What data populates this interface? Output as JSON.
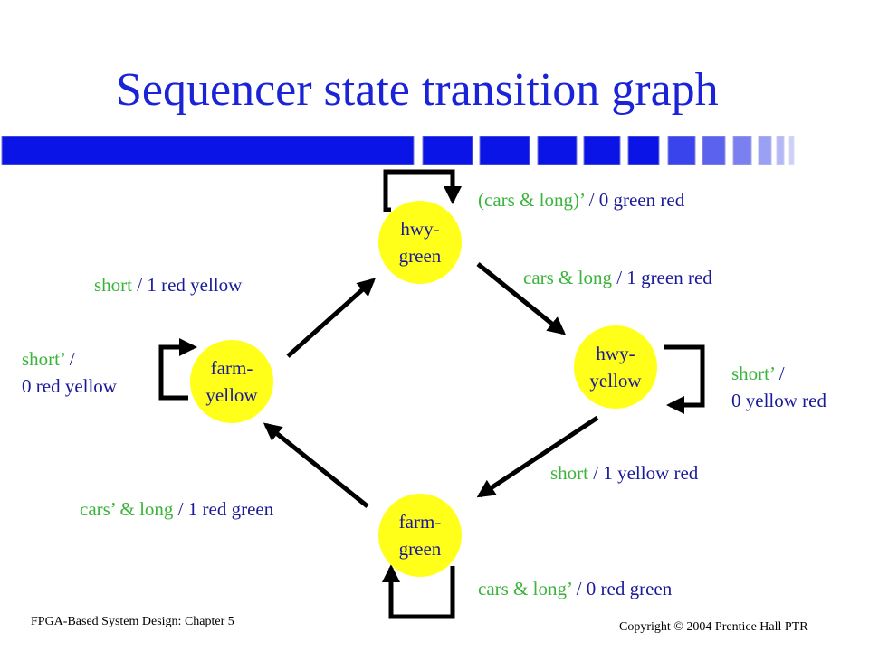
{
  "slide": {
    "title": "Sequencer state transition graph"
  },
  "states": {
    "hwy_green": {
      "line1": "hwy-",
      "line2": "green"
    },
    "hwy_yellow": {
      "line1": "hwy-",
      "line2": "yellow"
    },
    "farm_green": {
      "line1": "farm-",
      "line2": "green"
    },
    "farm_yellow": {
      "line1": "farm-",
      "line2": "yellow"
    }
  },
  "transitions": {
    "hg_self": {
      "cond": "(cars & long)’",
      "out": "/ 0 green red"
    },
    "hg_to_hy": {
      "cond": "cars & long",
      "out": "/ 1 green red"
    },
    "hy_self": {
      "cond": "short’",
      "out": "/",
      "out2": "0 yellow red"
    },
    "hy_to_fg": {
      "cond": "short",
      "out": "/ 1 yellow red"
    },
    "fg_self": {
      "cond": "cars & long’",
      "out": "/ 0 red green"
    },
    "fg_to_fy": {
      "cond": "cars’ & long",
      "out": "/ 1 red green"
    },
    "fy_self": {
      "cond": "short’",
      "out": "/",
      "out2": "0 red yellow"
    },
    "fy_to_hg": {
      "cond": "short",
      "out": "/ 1 red yellow"
    }
  },
  "footer": {
    "left": "FPGA-Based System Design: Chapter 5",
    "copyright_prefix": "Copyright",
    "copyright_symbol": "©",
    "copyright_suffix": "2004 Prentice Hall PTR"
  },
  "colors": {
    "title": "#1a24d6",
    "condition_text": "#3cb43c",
    "output_text": "#1a1a99",
    "state_fill": "#ffff1a",
    "bar_blue": "#0a14e6"
  }
}
